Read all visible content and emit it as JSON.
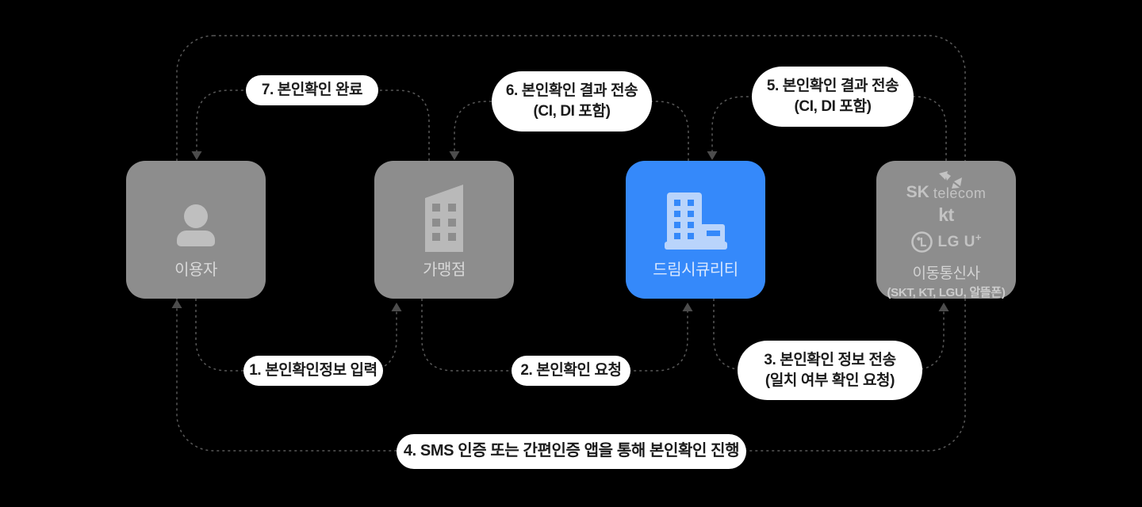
{
  "diagram": {
    "title_hint": "identity-verification-flow",
    "background": "#000000",
    "colors": {
      "entity_gray": "#8d8d8d",
      "entity_blue": "#3589fa",
      "pill_bg": "#ffffff",
      "pill_text": "#1b1b1b",
      "connector": "#585858"
    },
    "entities": {
      "user": {
        "label": "이용자"
      },
      "merchant": {
        "label": "가맹점"
      },
      "dream": {
        "label": "드림시큐리티"
      },
      "carrier": {
        "label": "이동통신사",
        "sublabel": "(SKT, KT, LGU, 알뜰폰)",
        "logo_sk_bold": "SK",
        "logo_sk_rest": "telecom",
        "logo_kt": "kt",
        "logo_lg": "LG U",
        "logo_lg_plus": "+"
      }
    },
    "steps": {
      "s1": {
        "line1": "1. 본인확인정보 입력",
        "from": "user",
        "to": "merchant"
      },
      "s2": {
        "line1": "2. 본인확인 요청",
        "from": "merchant",
        "to": "dream"
      },
      "s3": {
        "line1": "3.  본인확인 정보 전송",
        "line2": "(일치 여부 확인 요청)",
        "from": "dream",
        "to": "carrier"
      },
      "s4": {
        "line1": "4. SMS 인증 또는 간편인증 앱을 통해 본인확인 진행",
        "from": "carrier",
        "to": "user"
      },
      "s5": {
        "line1": "5. 본인확인 결과 전송",
        "line2": "(CI, DI 포함)",
        "from": "carrier",
        "to": "dream"
      },
      "s6": {
        "line1": "6. 본인확인 결과 전송",
        "line2": "(CI, DI 포함)",
        "from": "dream",
        "to": "merchant"
      },
      "s7": {
        "line1": "7. 본인확인 완료",
        "from": "merchant",
        "to": "user"
      }
    }
  }
}
